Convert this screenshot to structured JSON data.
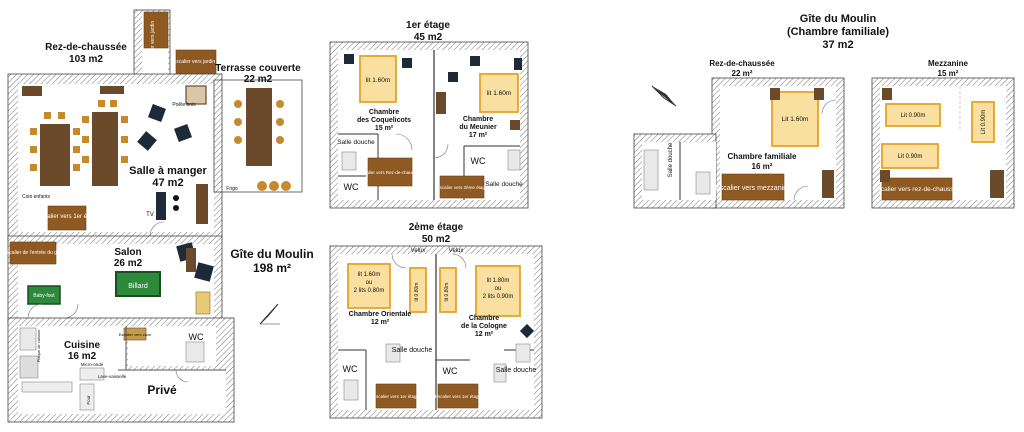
{
  "main_plan": {
    "title": "Gîte du Moulin",
    "area": "198 m²",
    "ground_floor": {
      "label": "Rez-de-chaussée",
      "area": "103 m2"
    },
    "covered_terrace": {
      "label": "Terrasse couverte",
      "area": "22 m2"
    },
    "dining_room": {
      "label": "Salle à manger",
      "area": "47 m2"
    },
    "lounge": {
      "label": "Salon",
      "area": "26 m2"
    },
    "kitchen": {
      "label": "Cuisine",
      "area": "16 m2"
    },
    "private_label": "Privé",
    "billiard": "Billard",
    "baby_foot": "Baby-foot",
    "stove": "Poêle bois",
    "child_corner": "Coin enfants",
    "stairs_up": "Escalier vers 1er étage",
    "stairs_entry": "Escalier de l'entrée du gîte",
    "stairs_garden_1": "Escalier vers jardin",
    "stairs_garden_2": "Escalier vers jardin",
    "fridge": "Frigo",
    "wc": "WC",
    "cellar": "Escalier vers cave",
    "hob": "Plaque de cuisson",
    "microwave": "Micro-onde",
    "oven": "Four",
    "dishwasher": "Lave-vaisselle",
    "tv": "TV"
  },
  "first_floor": {
    "title": "1er étage",
    "area": "45 m2",
    "bedroom_1": {
      "label": "Chambre",
      "sub": "des Coquelicots",
      "area": "15 m²",
      "bed": "lit 1.60m"
    },
    "bedroom_2": {
      "label": "Chambre",
      "sub": "du Meunier",
      "area": "17 m²",
      "bed": "lit 1.60m"
    },
    "shower_1": "Salle douche",
    "shower_2": "Salle douche",
    "wc_1": "WC",
    "wc_2": "WC",
    "stairs_1": "Escalier vers Rez-de-chaussée",
    "stairs_2": "Escalier vers 2ème étage"
  },
  "second_floor": {
    "title": "2ème étage",
    "area": "50 m2",
    "velux_1": "Velux",
    "velux_2": "Velux",
    "bedroom_1": {
      "label": "Chambre Orientale",
      "area": "12 m²",
      "bed_l1": "lit 1.60m",
      "bed_l2": "ou",
      "bed_l3": "2 lits 0.80m",
      "bed_small": "lit 0.80m"
    },
    "bedroom_2": {
      "label": "Chambre",
      "sub": "de la Cologne",
      "area": "12 m²",
      "bed_l1": "lit 1.80m",
      "bed_l2": "ou",
      "bed_l3": "2 lits 0.90m",
      "bed_small": "lit 0.80m"
    },
    "shower_1": "Salle douche",
    "shower_2": "Salle douche",
    "wc_1": "WC",
    "wc_2": "WC",
    "stairs_1": "Escalier vers 1er étage",
    "stairs_2": "Escalier vers 1er étage"
  },
  "family_gite": {
    "title": "Gîte du Moulin",
    "subtitle": "(Chambre familiale)",
    "area": "37 m2",
    "ground": {
      "label": "Rez-de-chaussée",
      "area": "22 m²",
      "room": "Chambre familiale",
      "room_area": "16 m²",
      "bed": "Lit 1.60m",
      "shower": "Salle douche",
      "stairs": "Escalier vers mezzanine"
    },
    "mezzanine": {
      "label": "Mezzanine",
      "area": "15 m²",
      "bed_1": "Lit 0.90m",
      "bed_2": "Lit 0.90m",
      "bed_3": "Lit 0.90m",
      "stairs": "Escalier vers rez-de-chaussée"
    }
  }
}
